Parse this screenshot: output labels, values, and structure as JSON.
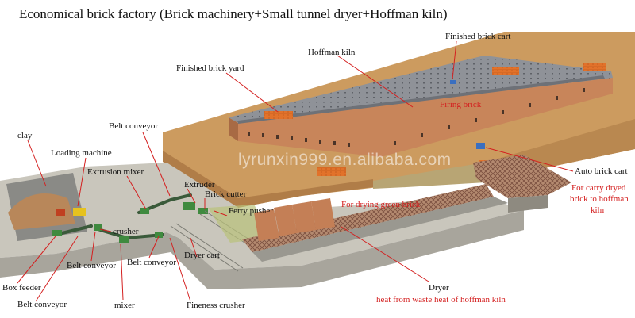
{
  "title": "Economical brick factory (Brick machinery+Small tunnel dryer+Hoffman kiln)",
  "watermark": "lyrunxin999.en.alibaba.com",
  "colors": {
    "ground": "#cc9b5f",
    "kiln_roof": "#8f9298",
    "kiln_wall": "#c8855a",
    "slab": "#c9c6bc",
    "brick": "#e2722a",
    "label_red": "#d42020"
  },
  "labels": {
    "finished_brick_cart": "Finished brick cart",
    "hoffman_kiln": "Hoffman kiln",
    "finished_brick_yard": "Finished brick yard",
    "firing_brick": "Firing brick",
    "belt_conveyor_top": "Belt conveyor",
    "clay": "clay",
    "loading_machine": "Loading machine",
    "extrusion_mixer": "Extrusion mixer",
    "extruder": "Extruder",
    "brick_cutter": "Brick cutter",
    "ferry_pusher": "Ferry pusher",
    "for_drying_green_brick": "For drying green brick",
    "auto_brick_cart": "Auto brick cart",
    "carry_line1": "For carry dryed",
    "carry_line2": "brick to hoffman",
    "carry_line3": "kiln",
    "crusher": "crusher",
    "belt_conveyor_mid": "Belt conveyor",
    "belt_conveyor_right": "Belt conveyor",
    "dryer_cart": "Dryer cart",
    "box_feeder": "Box feeder",
    "belt_conveyor_bottom": "Belt conveyor",
    "mixer": "mixer",
    "fineness_crusher": "Fineness crusher",
    "dryer": "Dryer",
    "dryer_heat": "heat from waste heat of hoffman kiln"
  }
}
